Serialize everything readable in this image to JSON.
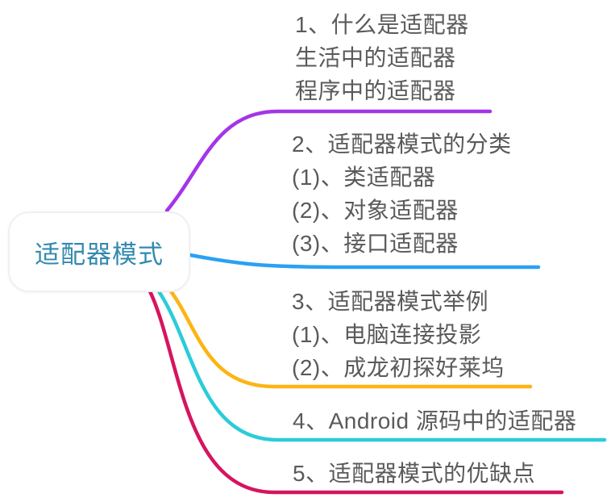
{
  "root": {
    "label": "适配器模式",
    "text_color": "#3389ae",
    "fill_color": "#ffffff",
    "border_color": "#f0f0f0"
  },
  "branch_text_color": "#5a5a5a",
  "background_color": "#ffffff",
  "branches": [
    {
      "id": "branch-1",
      "color": "#a435e8",
      "lines": [
        "1、什么是适配器",
        "生活中的适配器",
        "程序中的适配器"
      ]
    },
    {
      "id": "branch-2",
      "color": "#2aa1f2",
      "lines": [
        "2、适配器模式的分类",
        "(1)、类适配器",
        "(2)、对象适配器",
        "(3)、接口适配器"
      ]
    },
    {
      "id": "branch-3",
      "color": "#fdb412",
      "lines": [
        "3、适配器模式举例",
        "(1)、电脑连接投影",
        "(2)、成龙初探好莱坞"
      ]
    },
    {
      "id": "branch-4",
      "color": "#2bccd8",
      "lines": [
        "4、Android 源码中的适配器"
      ]
    },
    {
      "id": "branch-5",
      "color": "#d6145f",
      "lines": [
        "5、适配器模式的优缺点"
      ]
    }
  ]
}
